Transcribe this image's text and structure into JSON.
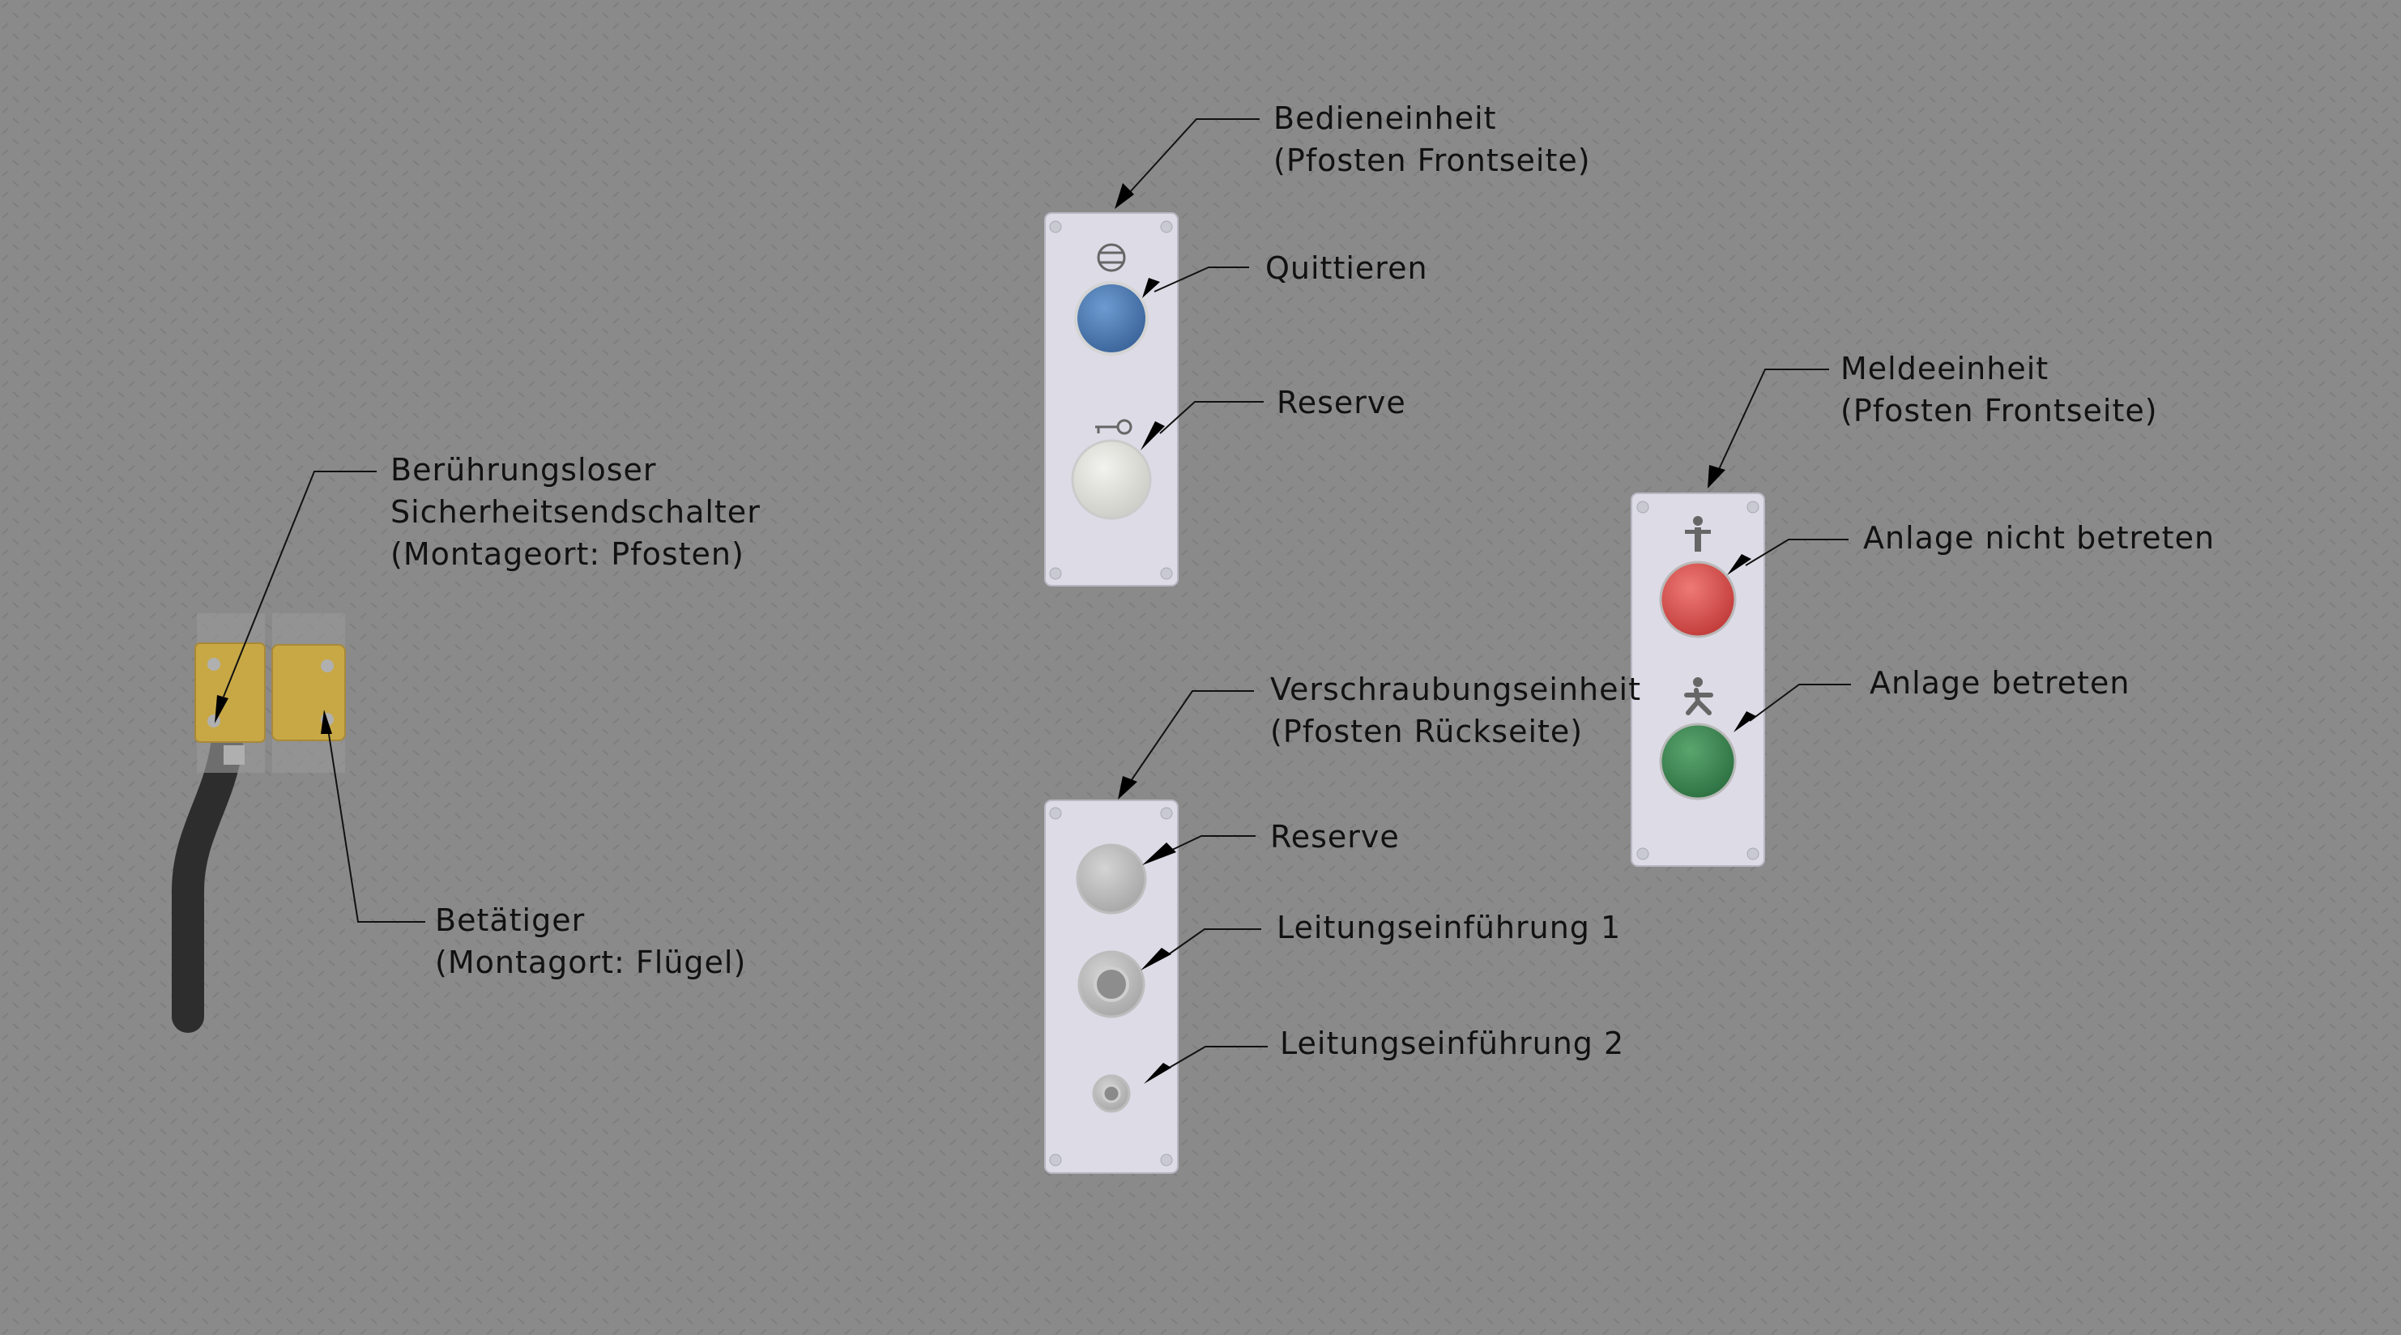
{
  "colors": {
    "background": "#8a8a8a",
    "panel": "#dcdbe6",
    "button_blue": "#4a7ab3",
    "button_white": "#e2e2dc",
    "button_red": "#d24a48",
    "button_green": "#3f8a55",
    "sensor_yellow": "#c8a845",
    "cable": "#3a3a3a"
  },
  "labels": {
    "bedieneinheit": {
      "line1": "Bedieneinheit",
      "line2": "(Pfosten Frontseite)"
    },
    "quittieren": {
      "line1": "Quittieren"
    },
    "reserve_top": {
      "line1": "Reserve"
    },
    "meldeeinheit": {
      "line1": "Meldeeinheit",
      "line2": "(Pfosten Frontseite)"
    },
    "anlage_nicht_betreten": {
      "line1": "Anlage nicht betreten"
    },
    "anlage_betreten": {
      "line1": "Anlage betreten"
    },
    "verschraubungseinheit": {
      "line1": "Verschraubungseinheit",
      "line2": "(Pfosten Rückseite)"
    },
    "reserve_bottom": {
      "line1": "Reserve"
    },
    "leitung1": {
      "line1": "Leitungseinführung 1"
    },
    "leitung2": {
      "line1": "Leitungseinführung 2"
    },
    "sensor": {
      "line1": "Berührungsloser",
      "line2": "Sicherheitsendschalter",
      "line3": "(Montageort: Pfosten)"
    },
    "betaetiger": {
      "line1": "Betätiger",
      "line2": "(Montagort: Flügel)"
    }
  },
  "icons": {
    "acknowledge_symbol": "circle-with-horizontal-lines-icon",
    "key_symbol": "key-icon",
    "standing_person_symbol": "standing-person-icon",
    "walking_person_symbol": "walking-person-icon"
  }
}
